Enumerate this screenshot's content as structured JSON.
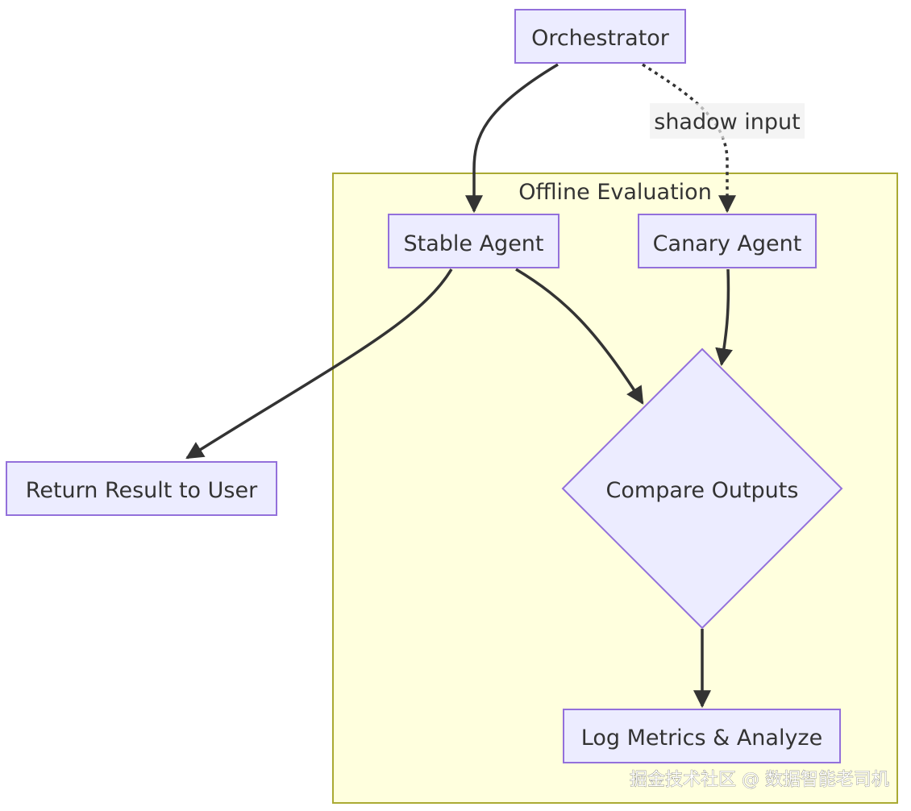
{
  "cluster": {
    "title": "Offline Evaluation"
  },
  "nodes": {
    "orchestrator": "Orchestrator",
    "stable_agent": "Stable Agent",
    "canary_agent": "Canary Agent",
    "return_result": "Return Result to User",
    "compare_outputs": "Compare Outputs",
    "log_metrics": "Log Metrics & Analyze"
  },
  "edges": {
    "shadow_label": "shadow input"
  },
  "watermark": "掘金技术社区 @ 数据智能老司机",
  "colors": {
    "node_fill": "#ECECFF",
    "node_stroke": "#9370DB",
    "cluster_fill": "#FFFFDE",
    "cluster_stroke": "#AAAA33",
    "edge": "#333333",
    "label_bg": "#EFEFEF"
  }
}
